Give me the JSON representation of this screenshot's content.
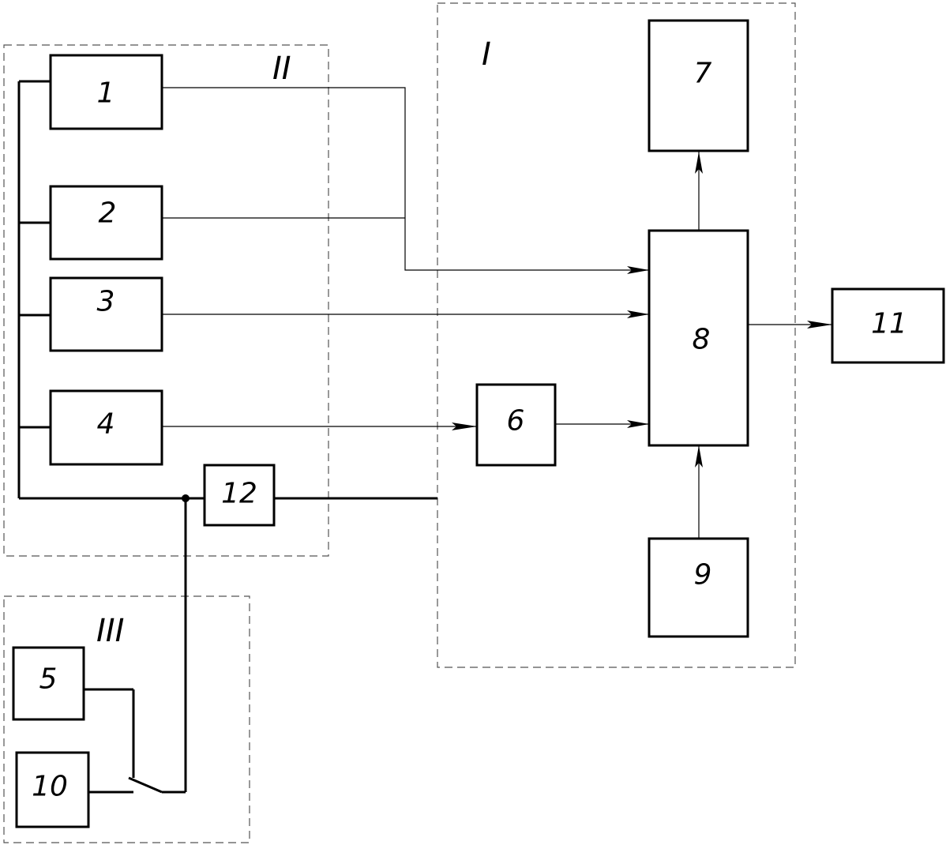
{
  "groups": {
    "g1": "I",
    "g2": "II",
    "g3": "III"
  },
  "blocks": {
    "b1": "1",
    "b2": "2",
    "b3": "3",
    "b4": "4",
    "b5": "5",
    "b6": "6",
    "b7": "7",
    "b8": "8",
    "b9": "9",
    "b10": "10",
    "b11": "11",
    "b12": "12"
  }
}
